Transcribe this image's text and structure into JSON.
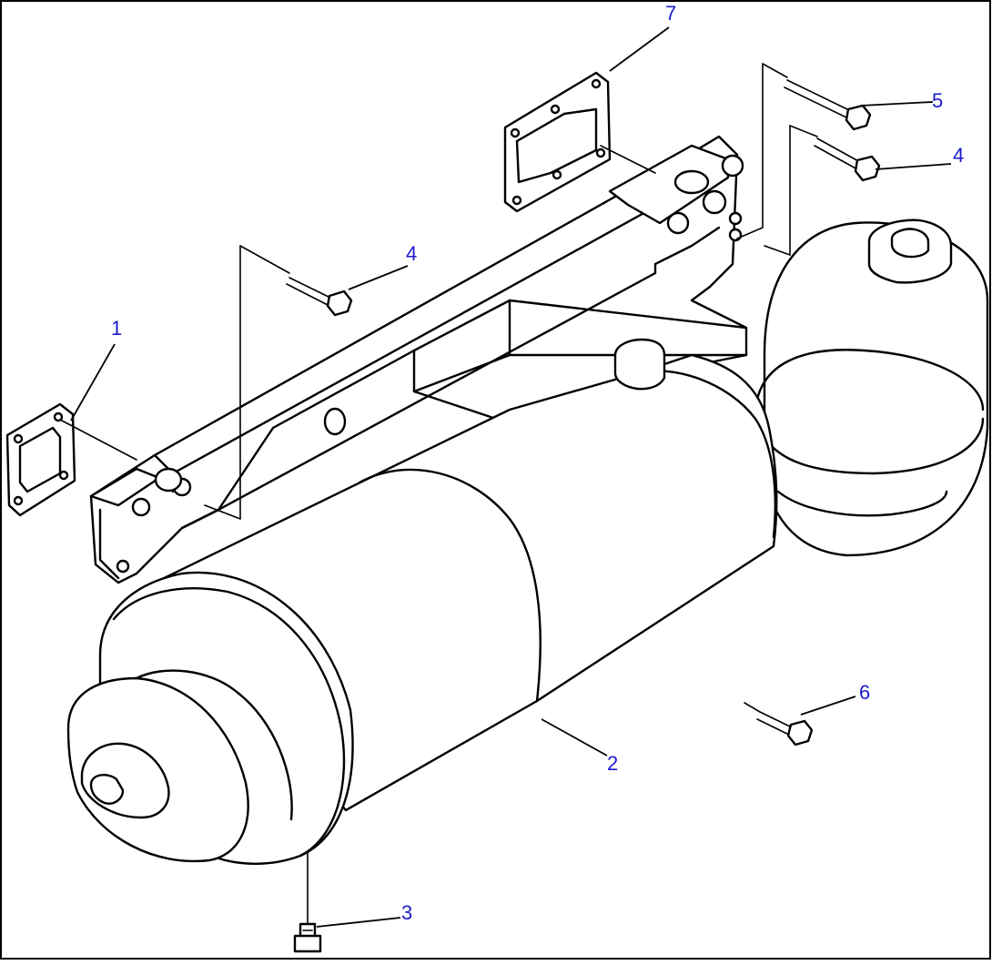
{
  "diagram": {
    "callouts": [
      {
        "id": "gasket-left",
        "label": "1"
      },
      {
        "id": "muffler",
        "label": "2"
      },
      {
        "id": "drain-plug",
        "label": "3"
      },
      {
        "id": "bolt-upper-left",
        "label": "4"
      },
      {
        "id": "bolt-upper-right",
        "label": "4"
      },
      {
        "id": "bolt-top",
        "label": "5"
      },
      {
        "id": "bolt-lower-right",
        "label": "6"
      },
      {
        "id": "gasket-top",
        "label": "7"
      }
    ],
    "colors": {
      "callout_text": "#1a1ad0",
      "line": "#000000",
      "background": "#ffffff"
    }
  }
}
